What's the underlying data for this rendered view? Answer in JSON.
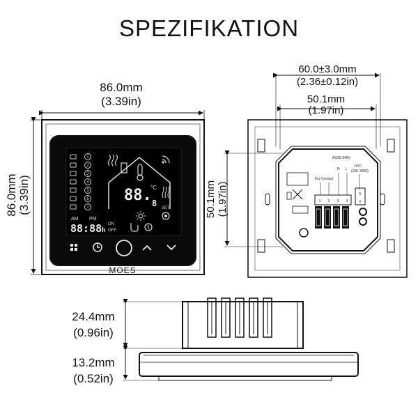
{
  "title": "SPEZIFIKATION",
  "front": {
    "width_mm": "86.0mm",
    "width_in": "(3.39in)",
    "height_mm": "86.0mm",
    "height_in": "(3.39in)",
    "brand": "MOES",
    "display": {
      "temp": "88.",
      "temp_decimal": "8",
      "temp_unit": "°C",
      "time": "88:88",
      "time_suffix": "h",
      "am": "AM",
      "pm": "PM",
      "on": "ON",
      "off": "OFF",
      "set": "SET",
      "program_numbers": [
        "1",
        "2",
        "3",
        "4",
        "5",
        "6",
        "7"
      ]
    }
  },
  "back": {
    "outer_mm": "60.0±3.0mm",
    "outer_in": "(2.36±0.12in)",
    "inner_mm": "50.1mm",
    "inner_in": "(1.97in)",
    "height_mm": "50.1mm",
    "height_in": "(1.97in)",
    "voltage": "AC95-240V",
    "dry_contact": "Dry Contact",
    "n": "N",
    "l": "L",
    "ntc": "NTC",
    "ntc_spec": "(10K 3950)",
    "terminals": [
      "1",
      "2",
      "3",
      "4"
    ],
    "side_terminals": [
      "5",
      "6"
    ]
  },
  "side": {
    "body_mm": "24.4mm",
    "body_in": "(0.96in)",
    "plate_mm": "13.2mm",
    "plate_in": "(0.52in)"
  }
}
